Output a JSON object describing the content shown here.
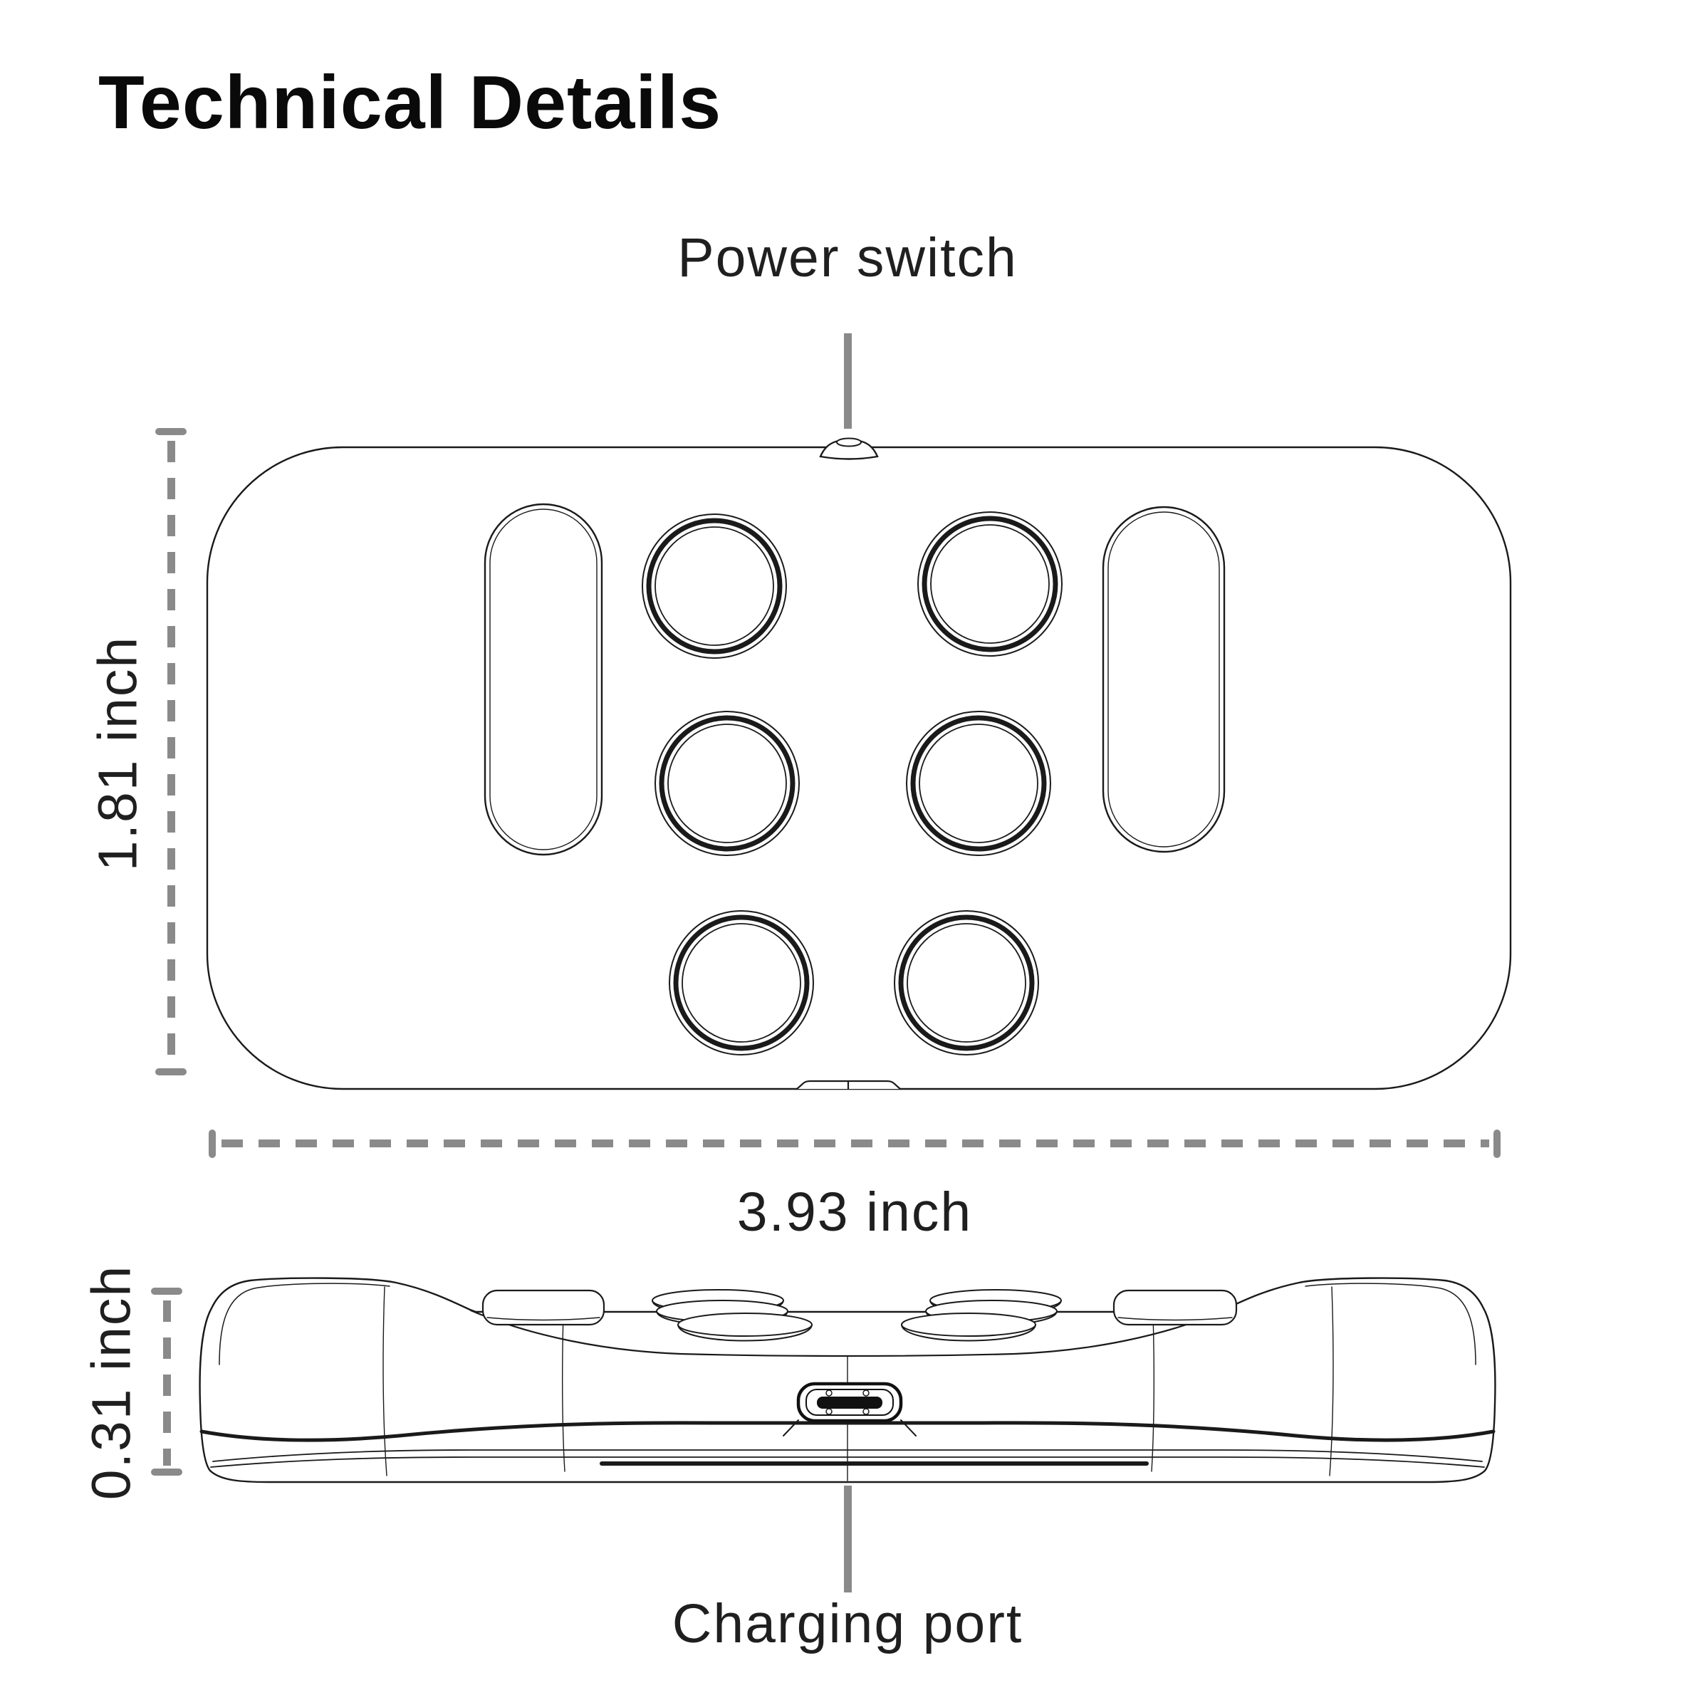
{
  "page": {
    "title": "Technical Details"
  },
  "colors": {
    "ink": "#1a1a1a",
    "dimension_gray": "#8a8a8a"
  },
  "annotations": {
    "power_switch": "Power switch",
    "charging_port": "Charging port"
  },
  "dimensions": {
    "top_height": "1.81 inch",
    "top_width": "3.93 inch",
    "side_height": "0.31 inch"
  }
}
